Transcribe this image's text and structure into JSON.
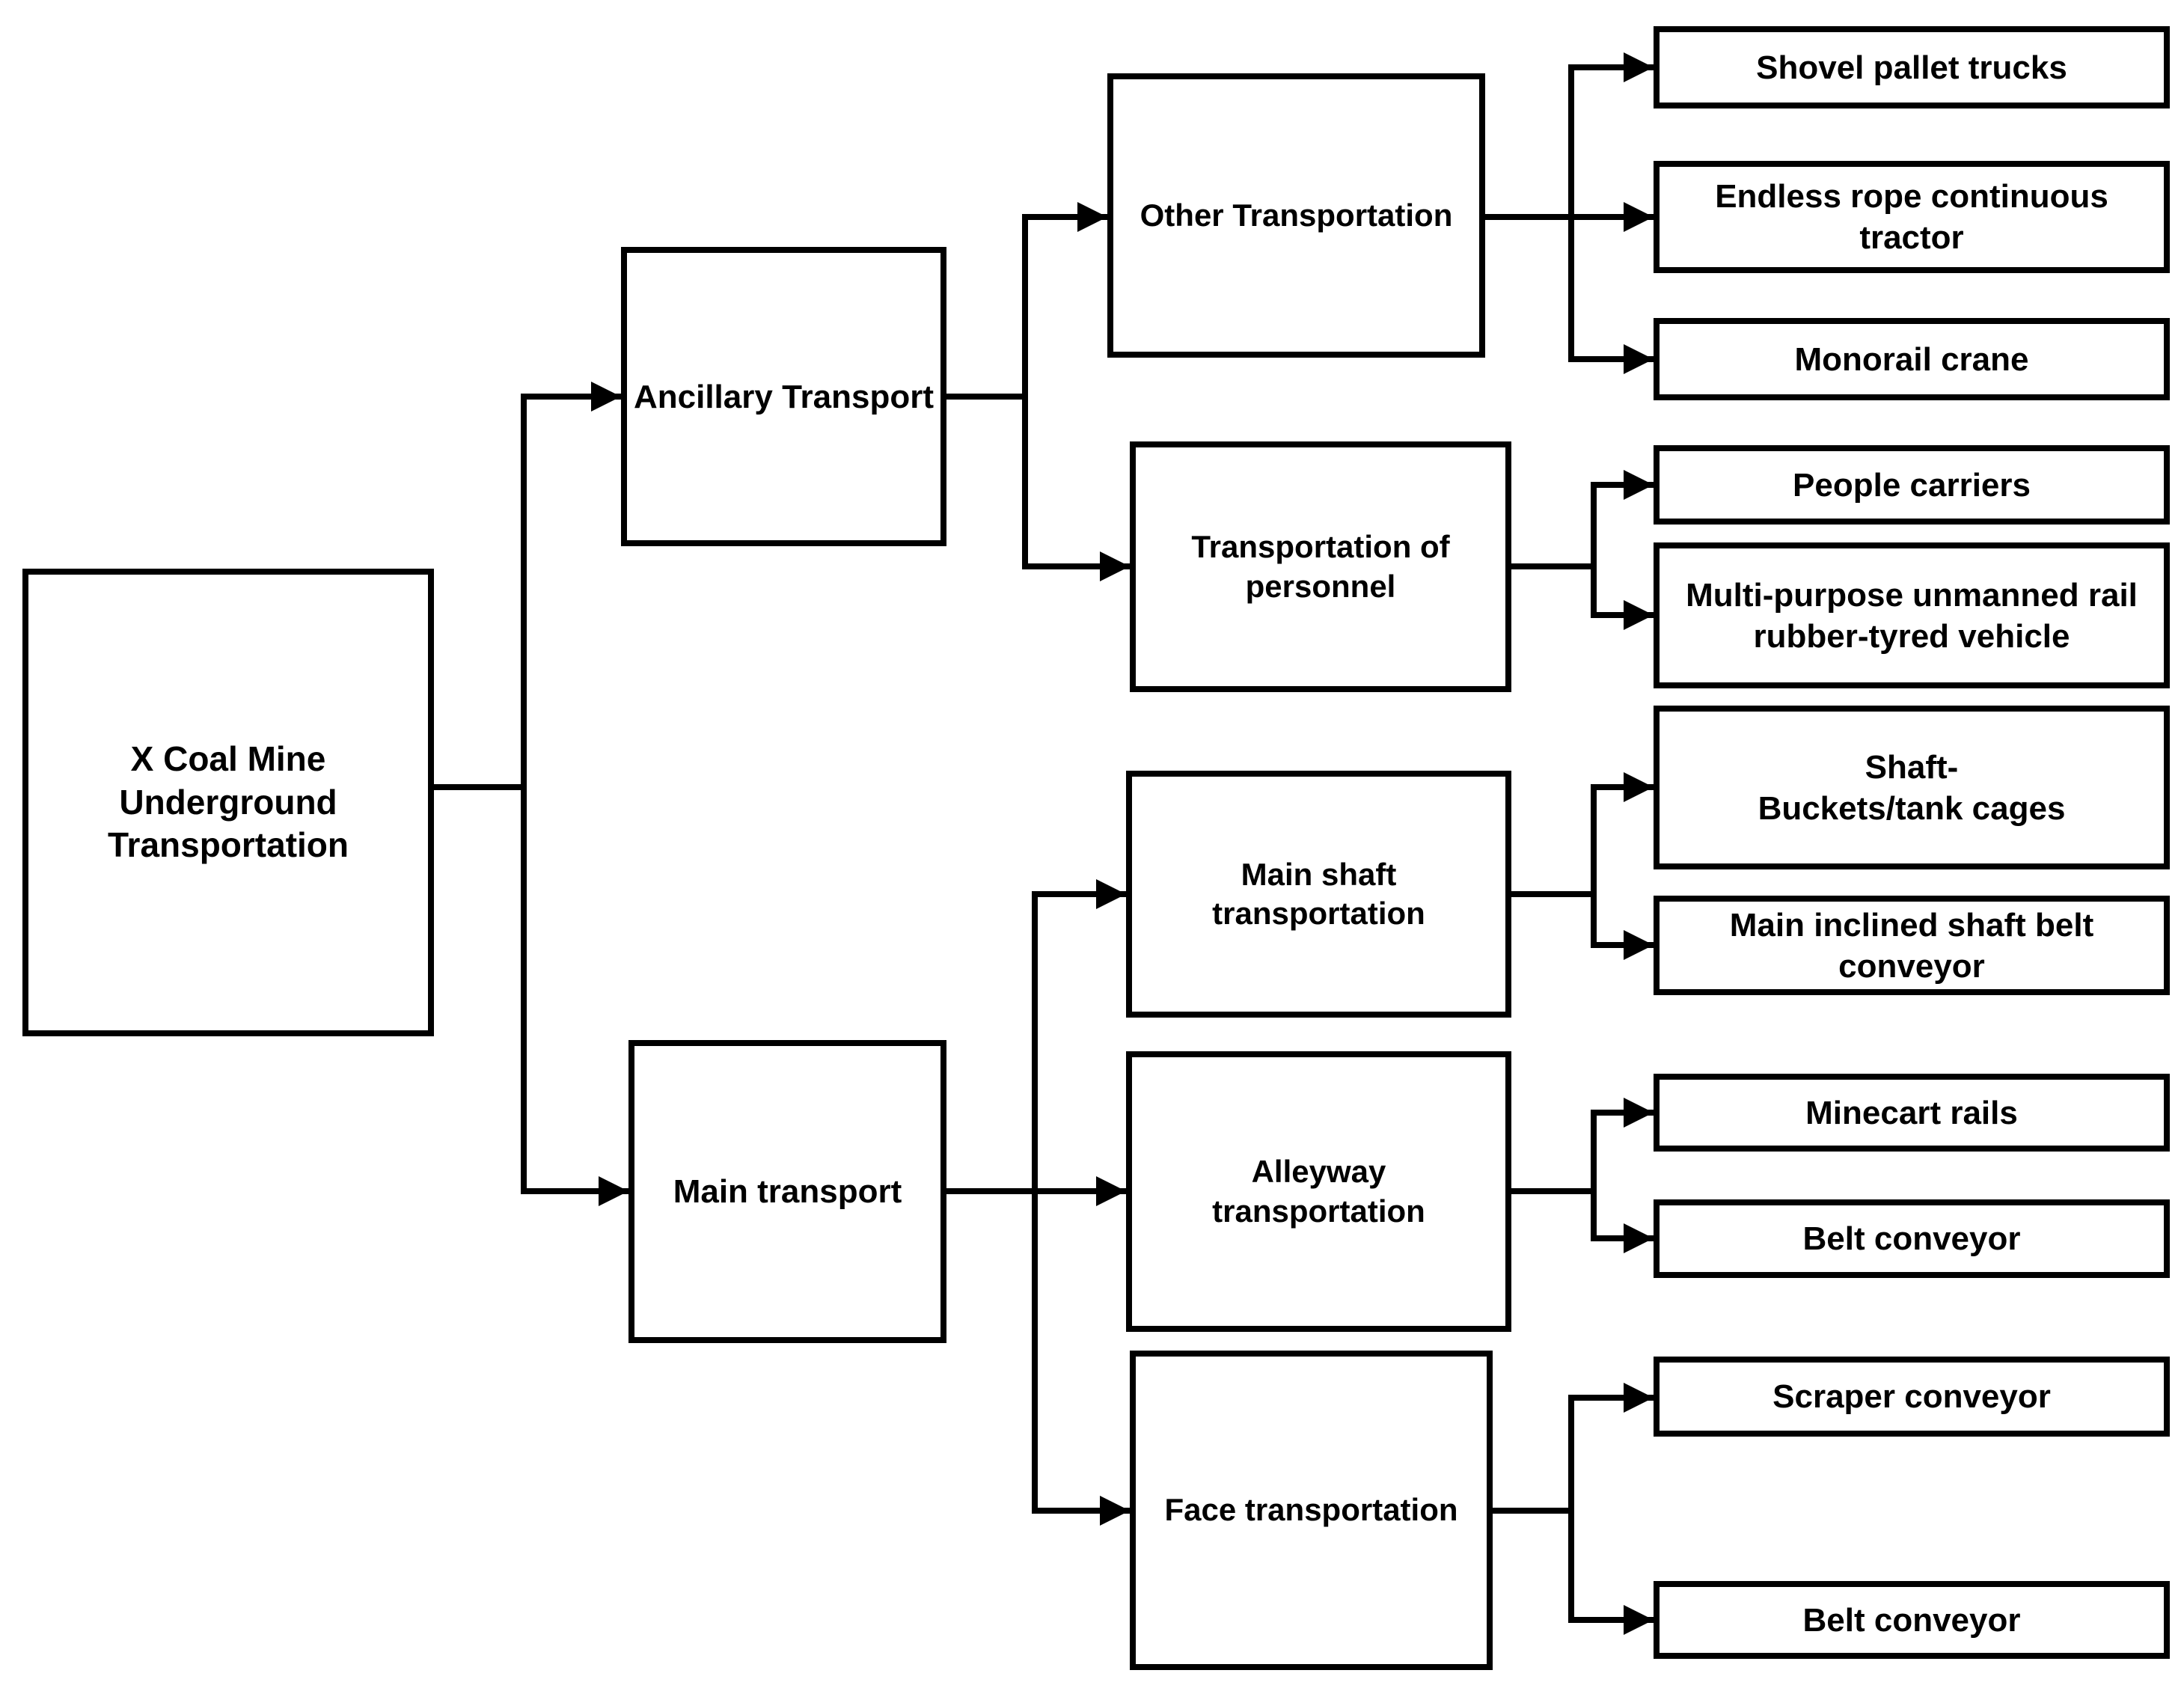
{
  "diagram": {
    "type": "hierarchy-flowchart",
    "orientation": "left-to-right",
    "colors": {
      "background": "#ffffff",
      "box_border": "#000000",
      "connector": "#000000",
      "text": "#000000"
    },
    "nodes": {
      "root": "X Coal Mine\nUnderground\nTransportation",
      "ancillary_transport": "Ancillary Transport",
      "main_transport": "Main transport",
      "other_transportation": "Other Transportation",
      "transportation_of_personnel": "Transportation of\npersonnel",
      "main_shaft_transportation": "Main shaft\ntransportation",
      "alleyway_transportation": "Alleyway\ntransportation",
      "face_transportation": "Face transportation",
      "shovel_pallet_trucks": "Shovel pallet trucks",
      "endless_rope_continuous_tractor": "Endless rope continuous\ntractor",
      "monorail_crane": "Monorail crane",
      "people_carriers": "People carriers",
      "multi_purpose_unmanned_rail_rubber_tyred_vehicle": "Multi-purpose unmanned rail\nrubber-tyred vehicle",
      "shaft_buckets_tank_cages": "Shaft-\nBuckets/tank cages",
      "main_inclined_shaft_belt_conveyor": "Main inclined shaft belt\nconveyor",
      "minecart_rails": "Minecart rails",
      "belt_conveyor_alleyway": "Belt conveyor",
      "scraper_conveyor": "Scraper conveyor",
      "belt_conveyor_face": "Belt conveyor"
    },
    "edges": [
      [
        "root",
        "ancillary_transport"
      ],
      [
        "root",
        "main_transport"
      ],
      [
        "ancillary_transport",
        "other_transportation"
      ],
      [
        "ancillary_transport",
        "transportation_of_personnel"
      ],
      [
        "other_transportation",
        "shovel_pallet_trucks"
      ],
      [
        "other_transportation",
        "endless_rope_continuous_tractor"
      ],
      [
        "other_transportation",
        "monorail_crane"
      ],
      [
        "transportation_of_personnel",
        "people_carriers"
      ],
      [
        "transportation_of_personnel",
        "multi_purpose_unmanned_rail_rubber_tyred_vehicle"
      ],
      [
        "main_transport",
        "main_shaft_transportation"
      ],
      [
        "main_transport",
        "alleyway_transportation"
      ],
      [
        "main_transport",
        "face_transportation"
      ],
      [
        "main_shaft_transportation",
        "shaft_buckets_tank_cages"
      ],
      [
        "main_shaft_transportation",
        "main_inclined_shaft_belt_conveyor"
      ],
      [
        "alleyway_transportation",
        "minecart_rails"
      ],
      [
        "alleyway_transportation",
        "belt_conveyor_alleyway"
      ],
      [
        "face_transportation",
        "scraper_conveyor"
      ],
      [
        "face_transportation",
        "belt_conveyor_face"
      ]
    ]
  }
}
